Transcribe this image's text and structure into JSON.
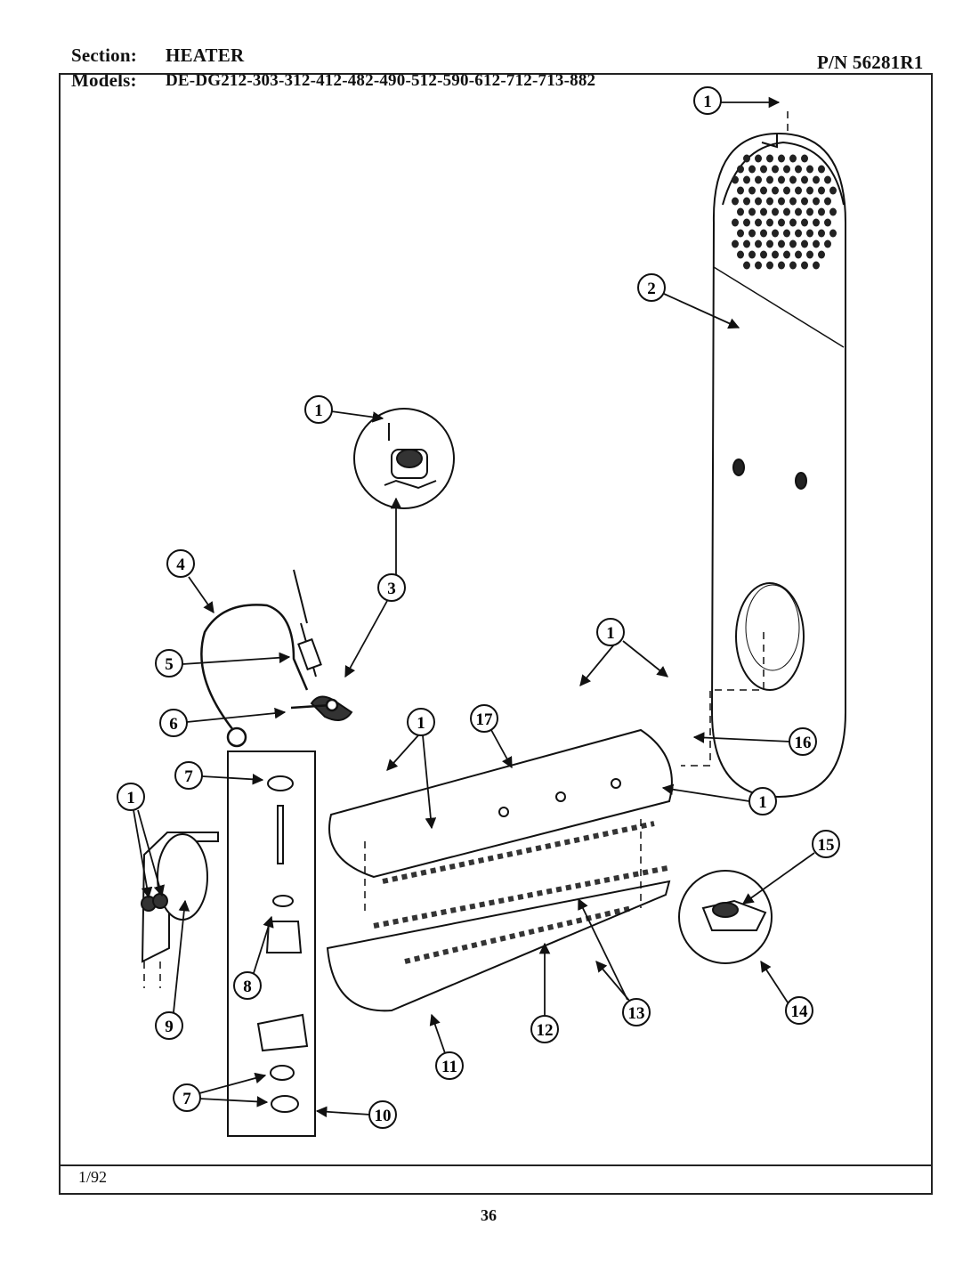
{
  "header": {
    "section_label": "Section:",
    "section_value": "HEATER",
    "models_label": "Models:",
    "models_value": "DE-DG212-303-312-412-482-490-512-590-612-712-713-882",
    "part_number": "P/N 56281R1"
  },
  "footer": {
    "date": "1/92",
    "page_number": "36"
  },
  "callouts": [
    "1",
    "2",
    "1",
    "3",
    "4",
    "5",
    "6",
    "17",
    "1",
    "1",
    "16",
    "7",
    "1",
    "1",
    "15",
    "8",
    "9",
    "13",
    "12",
    "11",
    "14",
    "7",
    "10"
  ]
}
